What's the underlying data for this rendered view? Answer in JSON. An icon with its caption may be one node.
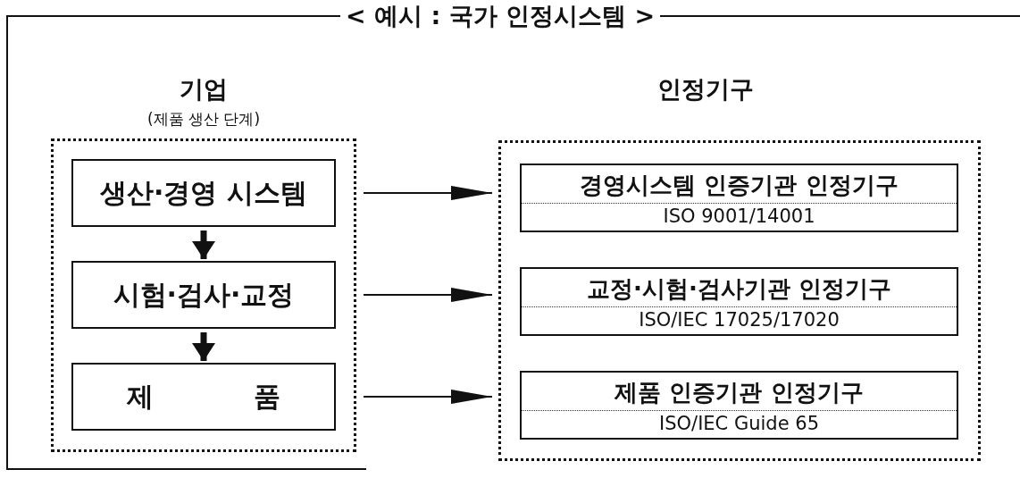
{
  "diagram": {
    "title": "< 예시 : 국가 인정시스템 >",
    "nodes": [
      {
        "text": [
          "기업",
          "(제품 생산 단계)"
        ]
      },
      {
        "text": [
          "생산·경영 시스템"
        ],
        "in": 0
      },
      {
        "text": [
          "시험·검사·교정"
        ],
        "in": 0
      },
      {
        "text": [
          "제 품"
        ],
        "in": 0
      },
      {
        "text": [
          "인정기구"
        ]
      },
      {
        "text": [
          "경영시스템 인증기관 인정기구",
          "ISO 9001/14001"
        ],
        "in": 4
      },
      {
        "text": [
          "교정·시험·검사기관 인정기구",
          "ISO/IEC 17025/17020"
        ],
        "in": 4
      },
      {
        "text": [
          "제품 인증기관 인정기구",
          "ISO/IEC Guide 65"
        ],
        "in": 4
      }
    ],
    "edges": [
      {
        "from": 1,
        "to": 2,
        "arrow": "to",
        "style": "thick"
      },
      {
        "from": 2,
        "to": 3,
        "arrow": "to",
        "style": "thick"
      },
      {
        "from": 1,
        "to": 5,
        "arrow": "to"
      },
      {
        "from": 2,
        "to": 6,
        "arrow": "to"
      },
      {
        "from": 3,
        "to": 7,
        "arrow": "to"
      }
    ]
  }
}
